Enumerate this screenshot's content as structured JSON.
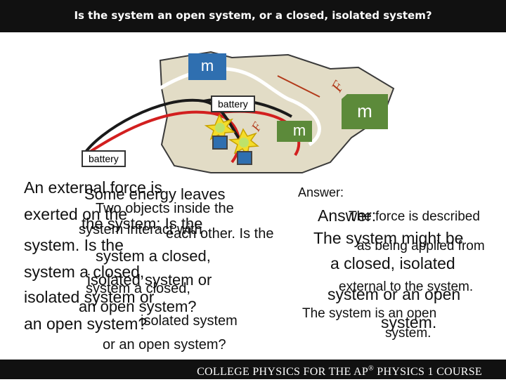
{
  "slide": {
    "title": "Is the system an open system, or a closed, isolated system?",
    "footer_prefix": "COLLEGE PHYSICS FOR THE AP",
    "footer_reg": "®",
    "footer_suffix": " PHYSICS 1 COURSE"
  },
  "diagram": {
    "mass_label": "m",
    "battery_label": "battery",
    "force_label": "F",
    "colors": {
      "blue_block": "#2f6fb0",
      "green_block": "#5c8a3a",
      "region": "#e2dcc6",
      "wire_red": "#d21f1f",
      "wire_black": "#1a1a1a",
      "wire_white": "#ffffff",
      "lamp_yellow": "#f4dc2a"
    }
  },
  "question": {
    "label": "An external force is exerted on the system. Is the system a closed, isolated system or an open system?",
    "lines": [
      "An external force is",
      "exerted on the",
      "system. Is the",
      "system a closed,",
      "isolated system or",
      "an open system?"
    ],
    "overlay_a": [
      "Some energy leaves",
      "the system: Is the",
      "system a closed,",
      "isolated system or",
      "an open system?"
    ],
    "overlay_b": [
      "Two objects inside the",
      "system interact with",
      "each other. Is the",
      "system a closed,",
      "isolated system",
      "or an open system?"
    ]
  },
  "answer": {
    "heading": "Answer:",
    "heading_2": "Answer:",
    "lines_big": [
      "The system might be",
      "a closed, isolated",
      "system or an open",
      "system."
    ],
    "lines_small": [
      "The force is described",
      "as being applied from",
      "external to the system.",
      "The system is an open",
      "system."
    ]
  }
}
